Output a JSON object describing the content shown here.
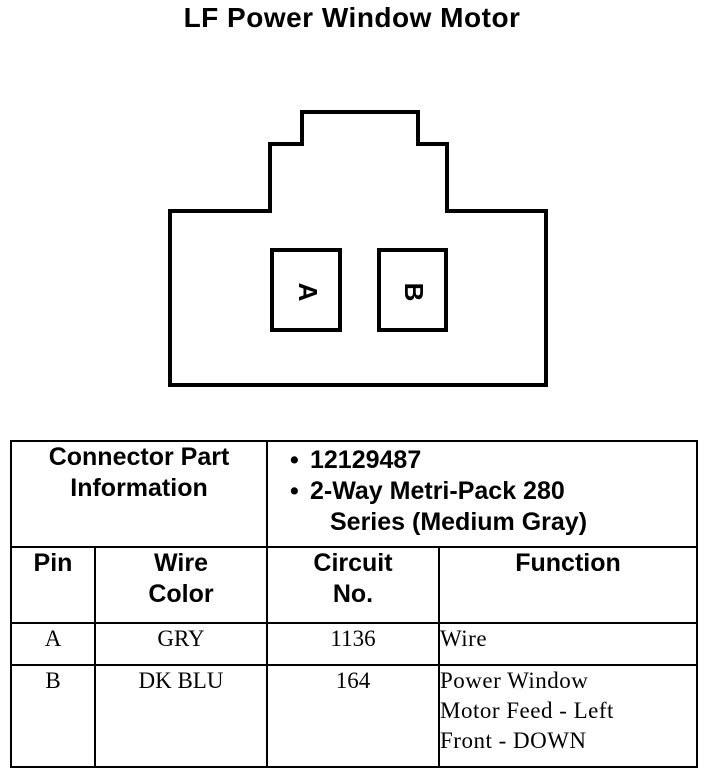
{
  "title": "LF Power Window Motor",
  "connector": {
    "pins": [
      {
        "label": "A"
      },
      {
        "label": "B"
      }
    ]
  },
  "part_info": {
    "label_line1": "Connector Part",
    "label_line2": "Information",
    "items": [
      "12129487",
      "2-Way Metri-Pack 280",
      "Series (Medium Gray)"
    ]
  },
  "table": {
    "headers": {
      "pin": "Pin",
      "wire_color_1": "Wire",
      "wire_color_2": "Color",
      "circuit_1": "Circuit",
      "circuit_2": "No.",
      "function": "Function"
    },
    "rows": [
      {
        "pin": "A",
        "wire_color": "GRY",
        "circuit": "1136",
        "function": [
          "Wire"
        ]
      },
      {
        "pin": "B",
        "wire_color": "DK BLU",
        "circuit": "164",
        "function": [
          "Power Window",
          "Motor Feed - Left",
          "Front - DOWN"
        ]
      }
    ]
  }
}
